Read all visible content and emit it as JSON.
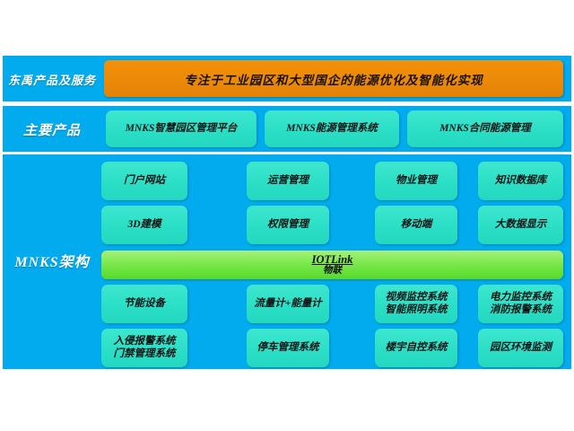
{
  "page": {
    "background": "#FFFFFF",
    "panel_color": "#02ABEE",
    "accent_orange": "#EE8C09",
    "accent_teal": "#2BDFC6",
    "accent_green": "#7BE84C"
  },
  "sections": {
    "products_services": {
      "label": "东禹产品及服务",
      "banner": "专注于工业园区和大型国企的能源优化及智能化实现"
    },
    "main_products": {
      "label": "主要产品",
      "items": [
        "MNKS智慧园区管理平台",
        "MNKS能源管理系统",
        "MNKS合同能源管理"
      ]
    },
    "architecture": {
      "label": "MNKS架构",
      "upper": [
        "门户网站",
        "运营管理",
        "物业管理",
        "知识数据库",
        "3D建模",
        "权限管理",
        "移动端",
        "大数据显示"
      ],
      "platform": {
        "title": "IOTLink",
        "subtitle": "物联"
      },
      "lower": [
        "节能设备",
        "流量计+能量计",
        "视频监控系统\n智能照明系统",
        "电力监控系统\n消防报警系统",
        "入侵报警系统\n门禁管理系统",
        "停车管理系统",
        "楼宇自控系统",
        "园区环境监测"
      ]
    }
  }
}
